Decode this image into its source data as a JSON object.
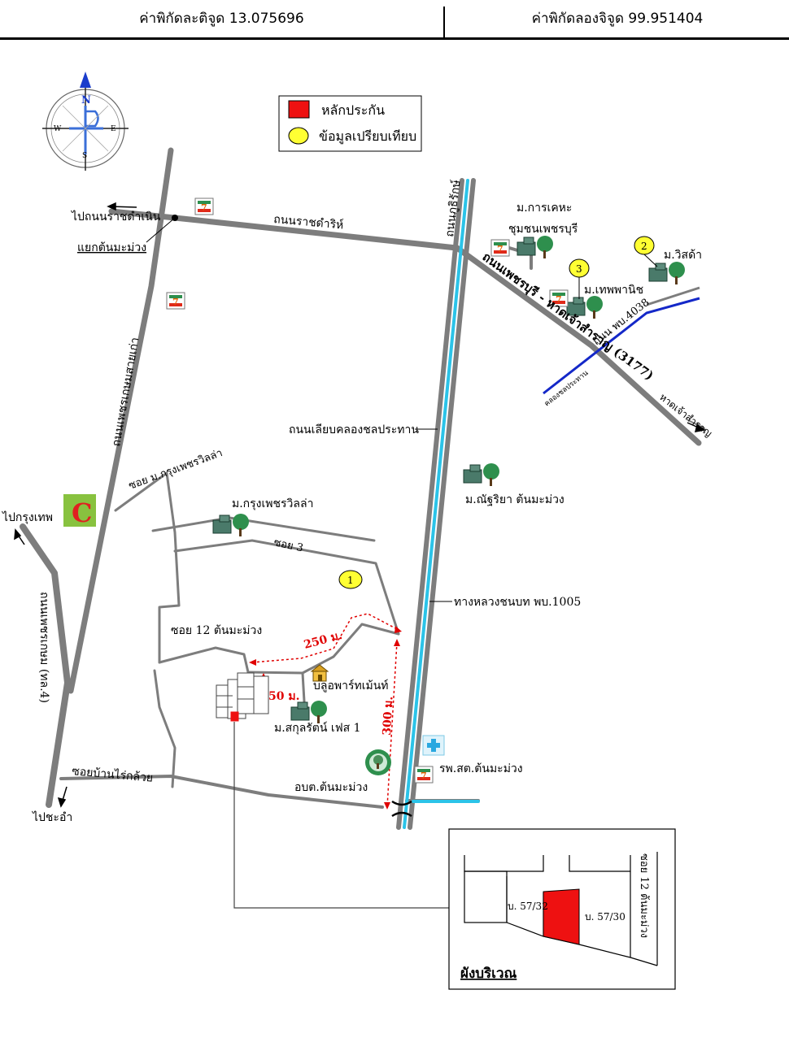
{
  "header": {
    "lat_label": "ค่าพิกัดละติจูด 13.075696",
    "lon_label": "ค่าพิกัดลองจิจูด 99.951404"
  },
  "compass": {
    "n": "N",
    "s": "S",
    "e": "E",
    "w": "W"
  },
  "legend": {
    "collateral": "หลักประกัน",
    "comparable": "ข้อมูลเปรียบเทียบ",
    "collateral_color": "#ee1111",
    "comparable_color": "#ffff33"
  },
  "labels": {
    "ratchadamnoen": "ไปถนนราชดำเนิน",
    "yaek": "แยกต้นมะม่วง",
    "ratchawithi": "ถนนราชดำริห์",
    "phuthi": "ถนนภูธิรักษ์",
    "karnkheha_1": "ม.การเคหะ",
    "karnkheha_2": "ชุมชนเพชรบุรี",
    "visada": "ม.วิสด้า",
    "thepphanich": "ม.เทพพานิช",
    "phetburi_hat": "ถนนเพชรบุรี - หาดเจ้าสำราญ (3177)",
    "road4038": "ถนน พบ.4038",
    "khlong": "คลองชลประทาน",
    "hat_chao": "หาดเจ้าสำราญ",
    "phetkasem_old": "ถนนเพชรเกษมสายเก่า",
    "canal_road": "ถนนเลียบคลองชลประทาน",
    "soi_krung": "ซอย ม.กรุงเพชรวิลล่า",
    "nathiya": "ม.ณัฐริยา ต้นมะม่วง",
    "krung_villa": "ม.กรุงเพชรวิลล่า",
    "bangkok": "ไปกรุงเทพ",
    "soi3": "ซอย 3",
    "rural_road": "ทางหลวงชนบท พบ.1005",
    "phetkasem4": "ถนนเพชรเกษม (ทล.4)",
    "soi12": "ซอย 12 ต้นมะม่วง",
    "dist250": "250 ม.",
    "blue_apt": "บลูอพาร์ทเม้นท์",
    "dist50": "50 ม.",
    "sakul": "ม.สกุลรัตน์ เฟส 1",
    "dist300": "300 ม.",
    "hospital": "รพ.สต.ต้นมะม่วง",
    "soi_rai": "ซอยบ้านไร่กล้วย",
    "obt": "อบต.ต้นมะม่วง",
    "cha_am": "ไปชะอำ",
    "comp1": "1",
    "comp2": "2",
    "comp3": "3",
    "seven": "7",
    "bigc": "C"
  },
  "inset": {
    "title": "ผังบริเวณ",
    "left_house": "บ. 57/32",
    "right_house": "บ. 57/30",
    "soi": "ซอย 12 ต้นมะม่วง"
  }
}
